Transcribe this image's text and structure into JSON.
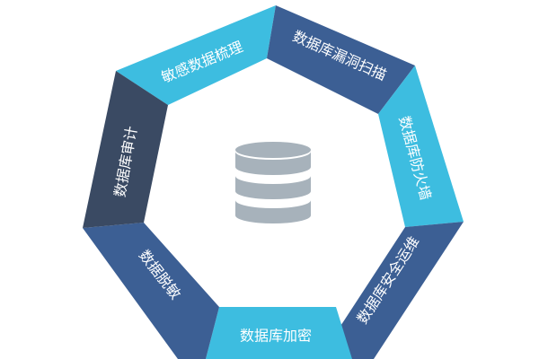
{
  "colors": {
    "cyan": "#3dbde0",
    "blue": "#3c5f94",
    "navy": "#3a4a63",
    "icon": "#a7b2bb"
  },
  "center": {
    "icon": "database-icon"
  },
  "segments": [
    {
      "id": "sensitive-data",
      "label": "敏感数据梳理",
      "color": "cyan"
    },
    {
      "id": "vuln-scan",
      "label": "数据库漏洞扫描",
      "color": "blue"
    },
    {
      "id": "firewall",
      "label": "数据库防火墙",
      "color": "cyan"
    },
    {
      "id": "secure-ops",
      "label": "数据库安全运维",
      "color": "blue"
    },
    {
      "id": "encryption",
      "label": "数据库加密",
      "color": "cyan"
    },
    {
      "id": "masking",
      "label": "数据脱敏",
      "color": "blue"
    },
    {
      "id": "audit",
      "label": "数据库审计",
      "color": "navy"
    }
  ]
}
